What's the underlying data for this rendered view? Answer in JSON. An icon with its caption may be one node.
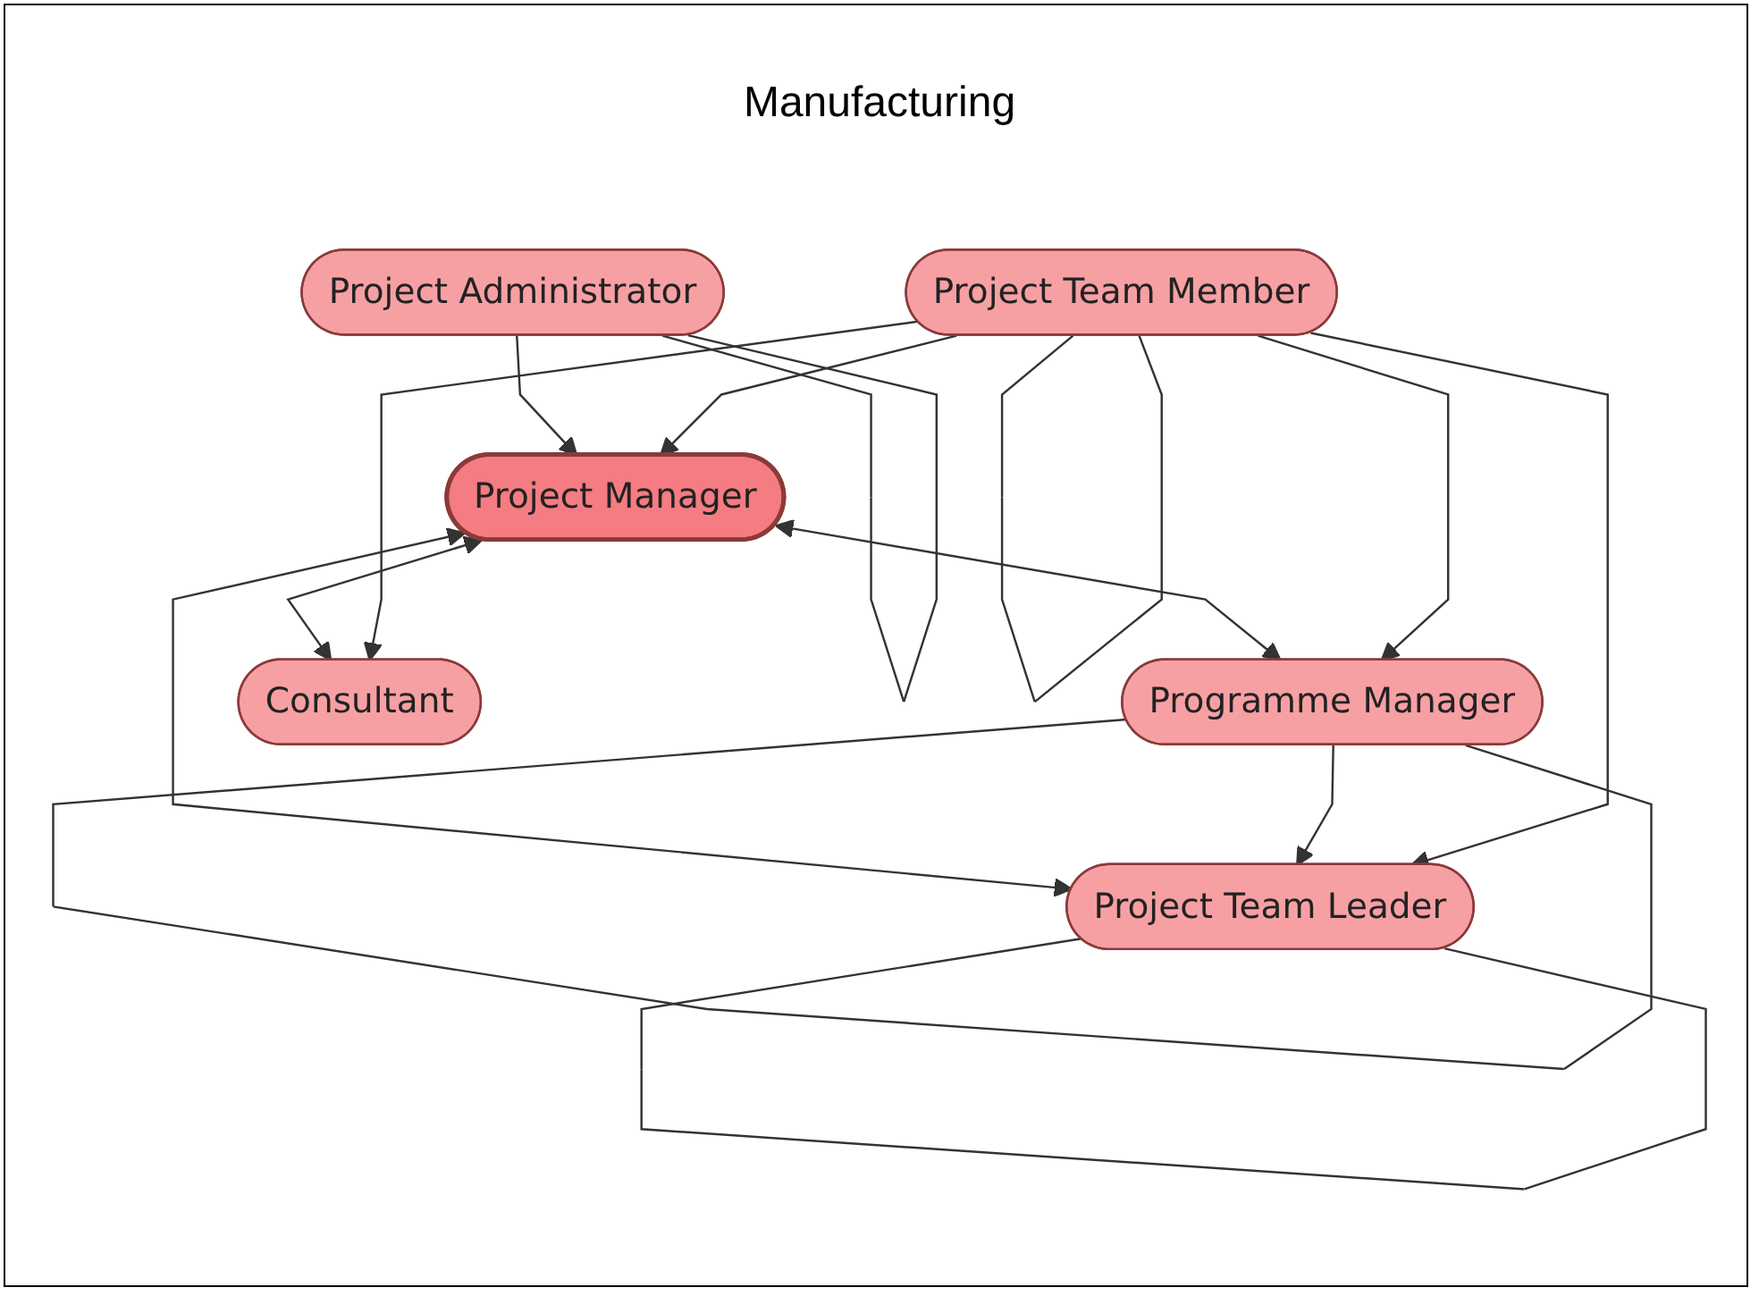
{
  "diagram": {
    "title": "Manufacturing",
    "nodes": [
      {
        "text": [
          "Project Team Leader"
        ]
      },
      {
        "text": [
          "Programme Manager"
        ]
      },
      {
        "text": [
          "Project Administrator"
        ]
      },
      {
        "text": [
          "Project Manager"
        ]
      },
      {
        "text": [
          "Project Team Member"
        ]
      },
      {
        "text": [
          "Consultant"
        ]
      }
    ],
    "edges": [
      {
        "from": 0,
        "to": 0,
        "arrow": "none"
      },
      {
        "from": 1,
        "to": 1,
        "arrow": "none"
      },
      {
        "from": 2,
        "to": 2,
        "arrow": "none"
      },
      {
        "from": 4,
        "to": 4,
        "arrow": "none"
      },
      {
        "from": 3,
        "to": 0,
        "arrow": "both"
      },
      {
        "from": 1,
        "to": 0,
        "arrow": "to"
      },
      {
        "from": 3,
        "to": 1,
        "arrow": "both"
      },
      {
        "from": 4,
        "to": 0,
        "arrow": "to"
      },
      {
        "from": 4,
        "to": 1,
        "arrow": "to"
      },
      {
        "from": 2,
        "to": 3,
        "arrow": "to"
      },
      {
        "from": 4,
        "to": 3,
        "arrow": "to"
      },
      {
        "from": 3,
        "to": 5,
        "arrow": "both"
      },
      {
        "from": 4,
        "to": 5,
        "arrow": "to"
      }
    ]
  }
}
